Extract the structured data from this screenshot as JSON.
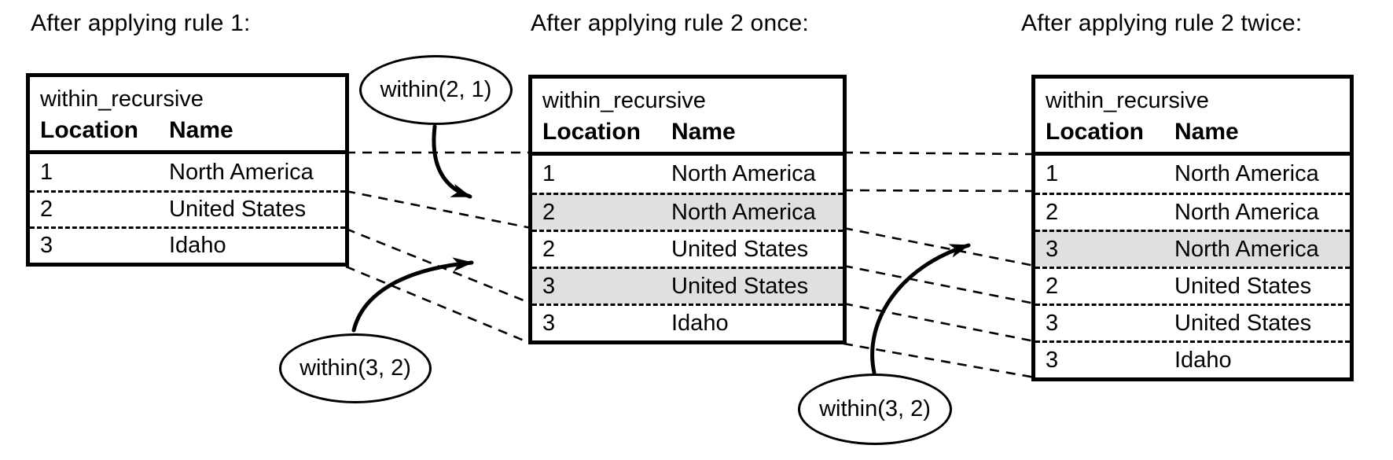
{
  "panels": [
    {
      "title": "After applying rule 1:",
      "table": {
        "name": "within_recursive",
        "columns": {
          "location": "Location",
          "name": "Name"
        },
        "rows": [
          {
            "location": "1",
            "name": "North America",
            "highlighted": false
          },
          {
            "location": "2",
            "name": "United States",
            "highlighted": false
          },
          {
            "location": "3",
            "name": "Idaho",
            "highlighted": false
          }
        ]
      }
    },
    {
      "title": "After applying rule 2 once:",
      "table": {
        "name": "within_recursive",
        "columns": {
          "location": "Location",
          "name": "Name"
        },
        "rows": [
          {
            "location": "1",
            "name": "North America",
            "highlighted": false
          },
          {
            "location": "2",
            "name": "North America",
            "highlighted": true
          },
          {
            "location": "2",
            "name": "United States",
            "highlighted": false
          },
          {
            "location": "3",
            "name": "United States",
            "highlighted": true
          },
          {
            "location": "3",
            "name": "Idaho",
            "highlighted": false
          }
        ]
      }
    },
    {
      "title": "After applying rule 2 twice:",
      "table": {
        "name": "within_recursive",
        "columns": {
          "location": "Location",
          "name": "Name"
        },
        "rows": [
          {
            "location": "1",
            "name": "North America",
            "highlighted": false
          },
          {
            "location": "2",
            "name": "North America",
            "highlighted": false
          },
          {
            "location": "3",
            "name": "North America",
            "highlighted": true
          },
          {
            "location": "2",
            "name": "United States",
            "highlighted": false
          },
          {
            "location": "3",
            "name": "United States",
            "highlighted": false
          },
          {
            "location": "3",
            "name": "Idaho",
            "highlighted": false
          }
        ]
      }
    }
  ],
  "annotations": [
    {
      "label": "within(2, 1)"
    },
    {
      "label": "within(3, 2)"
    },
    {
      "label": "within(3, 2)"
    }
  ],
  "colors": {
    "highlight_row": "#e0e0e0",
    "line": "#000000",
    "background": "#ffffff"
  }
}
